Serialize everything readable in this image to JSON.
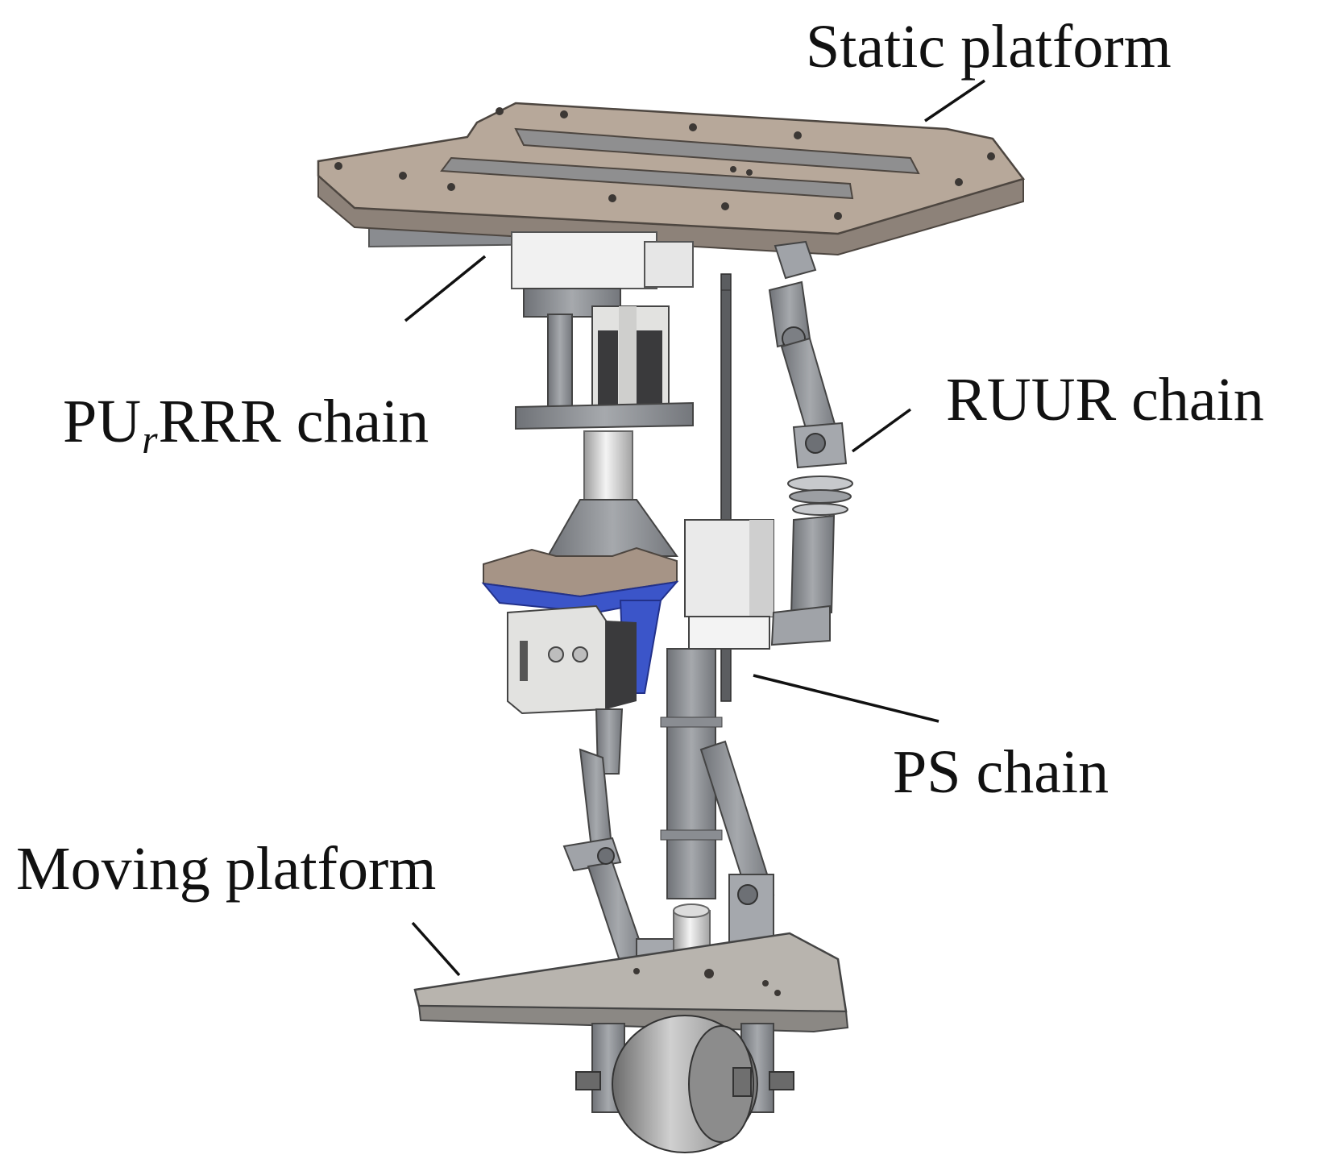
{
  "labels": {
    "static_platform": "Static platform",
    "pur_prefix": "PU",
    "pur_sub": "r",
    "pur_suffix": "RRR chain",
    "ruur_chain": "RUUR chain",
    "ps_chain": "PS chain",
    "moving_platform": "Moving platform"
  },
  "colors": {
    "plate": "#b7a89a",
    "plate_edge": "#8d8279",
    "steel": "#8e9196",
    "steel_dark": "#5f6268",
    "motor_light": "#e4e4e2",
    "motor_dark": "#3a3a3c",
    "blue_part": "#3b55c9",
    "leader_line": "#111111"
  }
}
